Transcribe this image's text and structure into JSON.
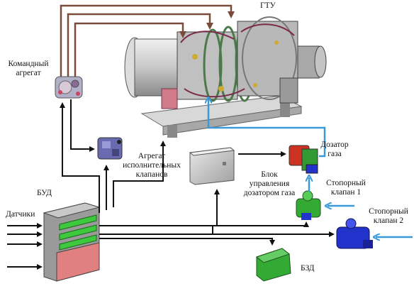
{
  "labels": {
    "gtu": "ГТУ",
    "command_unit_1": "Командный",
    "command_unit_2": "агрегат",
    "actuator_valves_1": "Агрегат",
    "actuator_valves_2": "исполнительных",
    "actuator_valves_3": "клапанов",
    "bud": "БУД",
    "sensors": "Датчики",
    "gas_ctrl_1": "Блок",
    "gas_ctrl_2": "управления",
    "gas_ctrl_3": "дозатором газа",
    "gas_doser_1": "Дозатор",
    "gas_doser_2": "газа",
    "stop_valve1_1": "Стопорный",
    "stop_valve1_2": "клапан 1",
    "stop_valve2_1": "Стопорный",
    "stop_valve2_2": "клапан 2",
    "bzd": "БЗД"
  },
  "colors": {
    "signal_arrow": "#111111",
    "hydraulic_arrow": "#7a4a3a",
    "gas_arrow": "#3a9ad9",
    "cabinet_body": "#9a9a9a",
    "cabinet_green": "#3ec83e",
    "cabinet_red": "#e08080",
    "valve_blue": "#2233cc",
    "bzd_green": "#33aa33"
  }
}
